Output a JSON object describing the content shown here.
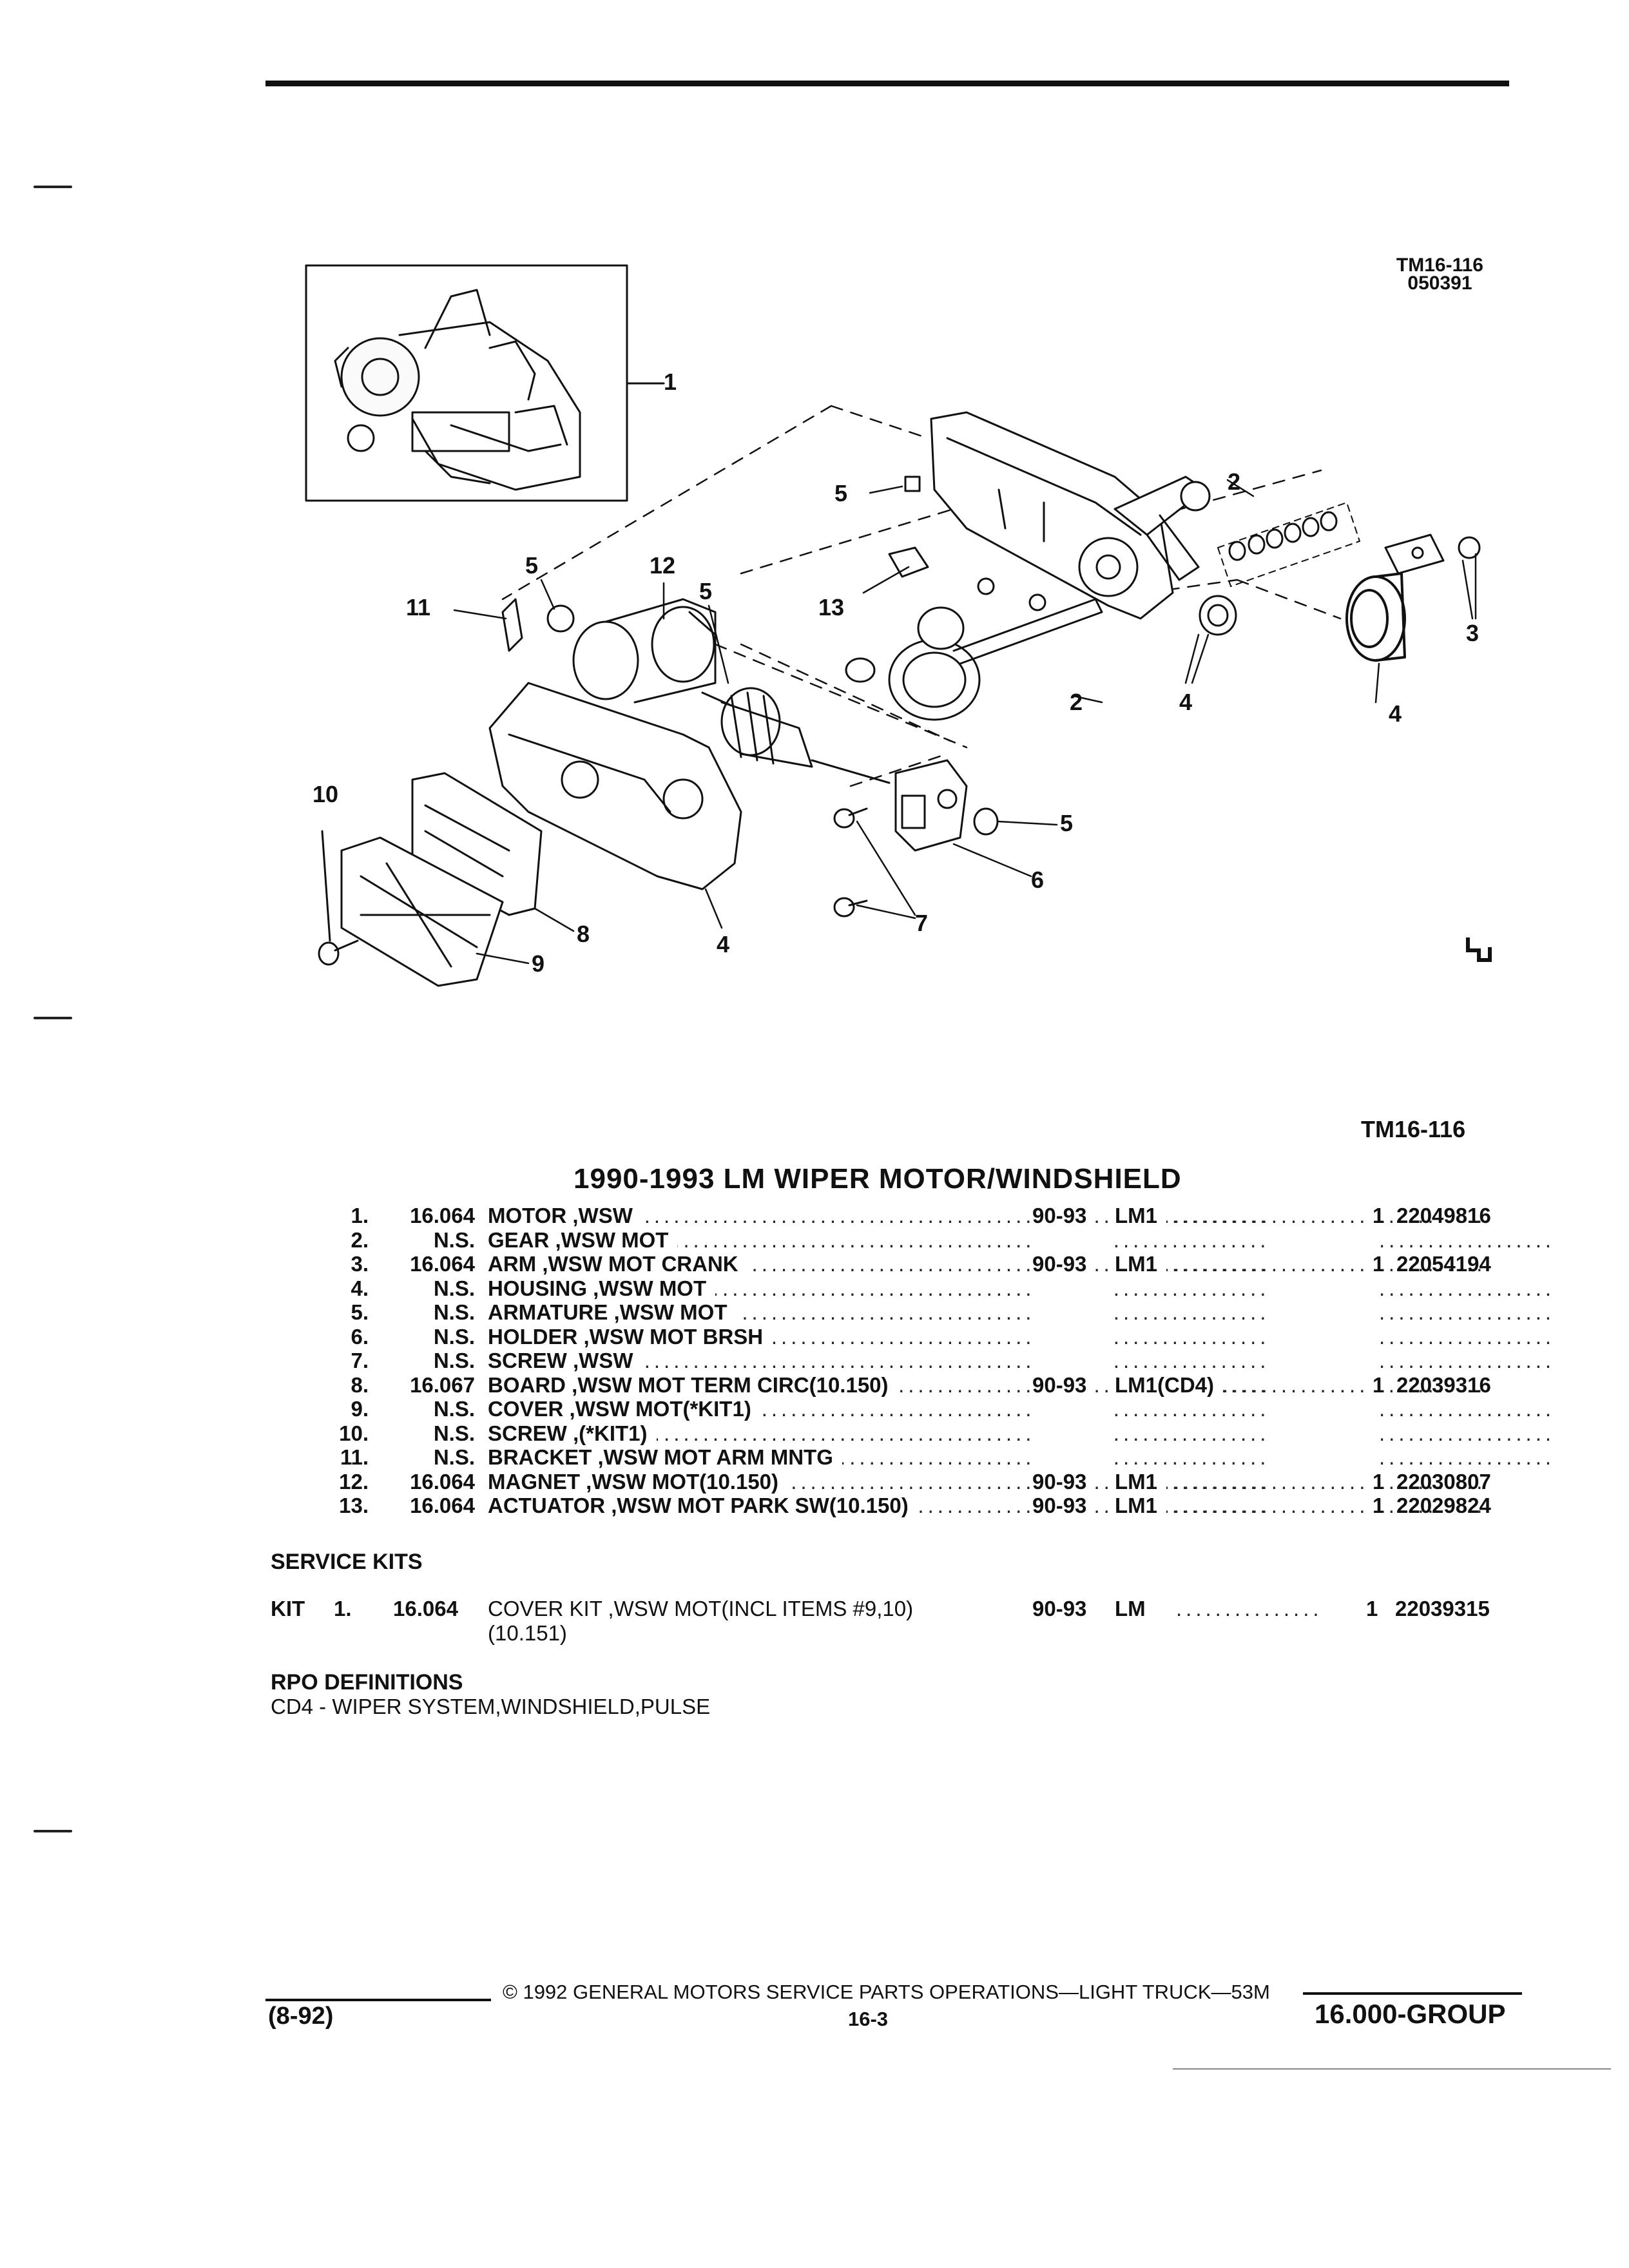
{
  "figure": {
    "id_top": "TM16-116",
    "date_code": "050391",
    "id_bottom": "TM16-116",
    "callouts": [
      "1",
      "2",
      "2",
      "3",
      "4",
      "4",
      "4",
      "5",
      "5",
      "5",
      "5",
      "6",
      "7",
      "8",
      "9",
      "10",
      "11",
      "12",
      "13"
    ]
  },
  "section_title": "1990-1993 LM WIPER MOTOR/WINDSHIELD",
  "parts": [
    {
      "num": "1.",
      "group": "16.064",
      "name": "MOTOR ,WSW",
      "years": "90-93",
      "model": "LM1",
      "qty": "1",
      "part_no": "22049816"
    },
    {
      "num": "2.",
      "group": "N.S.",
      "name": "GEAR ,WSW MOT",
      "years": "",
      "model": "",
      "qty": "",
      "part_no": ""
    },
    {
      "num": "3.",
      "group": "16.064",
      "name": "ARM ,WSW MOT CRANK",
      "years": "90-93",
      "model": "LM1",
      "qty": "1",
      "part_no": "22054194"
    },
    {
      "num": "4.",
      "group": "N.S.",
      "name": "HOUSING ,WSW MOT",
      "years": "",
      "model": "",
      "qty": "",
      "part_no": ""
    },
    {
      "num": "5.",
      "group": "N.S.",
      "name": "ARMATURE ,WSW MOT",
      "years": "",
      "model": "",
      "qty": "",
      "part_no": ""
    },
    {
      "num": "6.",
      "group": "N.S.",
      "name": "HOLDER ,WSW MOT BRSH",
      "years": "",
      "model": "",
      "qty": "",
      "part_no": ""
    },
    {
      "num": "7.",
      "group": "N.S.",
      "name": "SCREW ,WSW",
      "years": "",
      "model": "",
      "qty": "",
      "part_no": ""
    },
    {
      "num": "8.",
      "group": "16.067",
      "name": "BOARD ,WSW MOT TERM CIRC(10.150)",
      "years": "90-93",
      "model": "LM1(CD4)",
      "qty": "1",
      "part_no": "22039316"
    },
    {
      "num": "9.",
      "group": "N.S.",
      "name": "COVER ,WSW MOT(*KIT1)",
      "years": "",
      "model": "",
      "qty": "",
      "part_no": ""
    },
    {
      "num": "10.",
      "group": "N.S.",
      "name": "SCREW ,(*KIT1)",
      "years": "",
      "model": "",
      "qty": "",
      "part_no": ""
    },
    {
      "num": "11.",
      "group": "N.S.",
      "name": "BRACKET ,WSW MOT ARM MNTG",
      "years": "",
      "model": "",
      "qty": "",
      "part_no": ""
    },
    {
      "num": "12.",
      "group": "16.064",
      "name": "MAGNET ,WSW MOT(10.150)",
      "years": "90-93",
      "model": "LM1",
      "qty": "1",
      "part_no": "22030807"
    },
    {
      "num": "13.",
      "group": "16.064",
      "name": "ACTUATOR ,WSW MOT PARK SW(10.150)",
      "years": "90-93",
      "model": "LM1",
      "qty": "1",
      "part_no": "22029824"
    }
  ],
  "service_kits": {
    "heading": "SERVICE KITS",
    "items": [
      {
        "label": "KIT",
        "num": "1.",
        "group": "16.064",
        "name": "COVER KIT ,WSW MOT(INCL ITEMS #9,10)",
        "name_line2": "(10.151)",
        "years": "90-93",
        "model": "LM",
        "qty": "1",
        "part_no": "22039315"
      }
    ]
  },
  "rpo": {
    "heading": "RPO DEFINITIONS",
    "definition": "CD4 - WIPER SYSTEM,WINDSHIELD,PULSE"
  },
  "footer": {
    "date": "(8-92)",
    "copyright": "© 1992 GENERAL MOTORS SERVICE PARTS OPERATIONS—LIGHT TRUCK—53M",
    "page": "16-3",
    "group": "16.000-GROUP"
  }
}
